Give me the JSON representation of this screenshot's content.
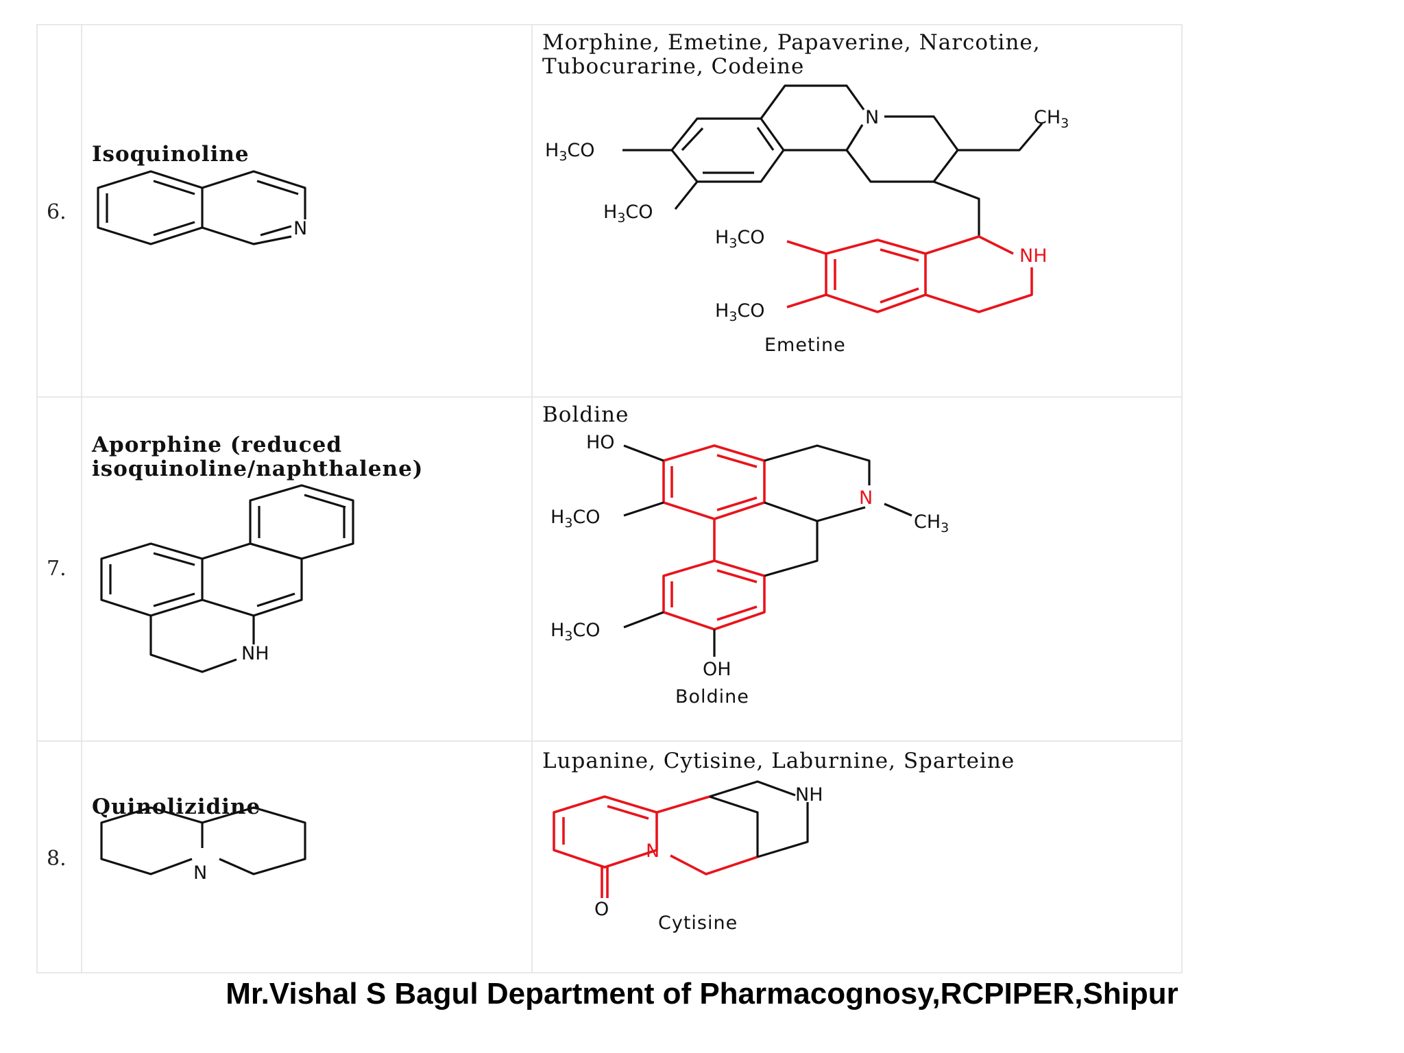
{
  "rows": [
    {
      "number": "6.",
      "name": "Isoquinoline",
      "examples": [
        "Morphine, Emetine, Papaverine, Narcotine,",
        "Tubocurarine, Codeine"
      ],
      "structure_caption": "Emetine",
      "labels": {
        "n": "N",
        "ch3": "CH",
        "ch3_sub": "3",
        "h3co": "H",
        "h3co_sub": "3",
        "h3co_rest": "CO",
        "nh": "NH"
      }
    },
    {
      "number": "7.",
      "name_lines": [
        "Aporphine (reduced",
        "isoquinoline/naphthalene)"
      ],
      "examples": [
        "Boldine"
      ],
      "structure_caption": "Boldine",
      "labels": {
        "ho": "HO",
        "oh": "OH",
        "n": "N",
        "nh": "NH"
      }
    },
    {
      "number": "8.",
      "name": "Quinolizidine",
      "examples": [
        "Lupanine, Cytisine, Laburnine, Sparteine"
      ],
      "structure_caption": "Cytisine",
      "labels": {
        "n": "N",
        "nh": "NH",
        "o": "O"
      }
    }
  ],
  "footer": "Mr.Vishal S Bagul  Department of Pharmacognosy,RCPIPER,Shipur",
  "colors": {
    "highlight": "#e8141b",
    "ink": "#111111",
    "grid": "#e8e8e8"
  }
}
